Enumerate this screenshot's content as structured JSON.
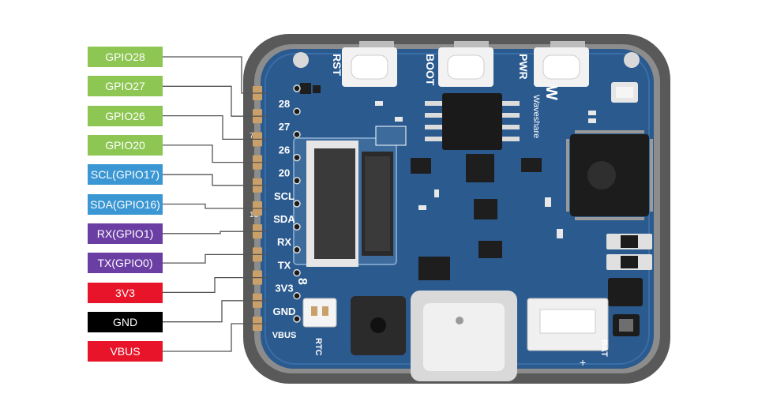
{
  "pin_labels": [
    {
      "text": "GPIO28",
      "color": "#8dc653"
    },
    {
      "text": "GPIO27",
      "color": "#8dc653"
    },
    {
      "text": "GPIO26",
      "color": "#8dc653"
    },
    {
      "text": "GPIO20",
      "color": "#8dc653"
    },
    {
      "text": "SCL(GPIO17)",
      "color": "#3b97d3"
    },
    {
      "text": "SDA(GPIO16)",
      "color": "#3b97d3"
    },
    {
      "text": "RX(GPIO1)",
      "color": "#6a3ea3"
    },
    {
      "text": "TX(GPIO0)",
      "color": "#6a3ea3"
    },
    {
      "text": "3V3",
      "color": "#e8152a"
    },
    {
      "text": "GND",
      "color": "#000000"
    },
    {
      "text": "VBUS",
      "color": "#e8152a"
    }
  ],
  "header_pads": [
    "28",
    "27",
    "26",
    "20",
    "SCL",
    "SDA",
    "RX",
    "TX",
    "3V3",
    "GND",
    "VBUS"
  ],
  "buttons": {
    "rst": "RST",
    "boot": "BOOT",
    "pwr": "PWR"
  },
  "board_text": {
    "brand": "Waveshare",
    "rtc": "RTC",
    "bat": "BAT",
    "mark_8": "8",
    "mark_16": "16",
    "mark_7": "7"
  },
  "colors": {
    "board": "#2b5a8f",
    "board_edge": "#1f4670",
    "case": "#5a5a5a",
    "lines": "#555555"
  }
}
